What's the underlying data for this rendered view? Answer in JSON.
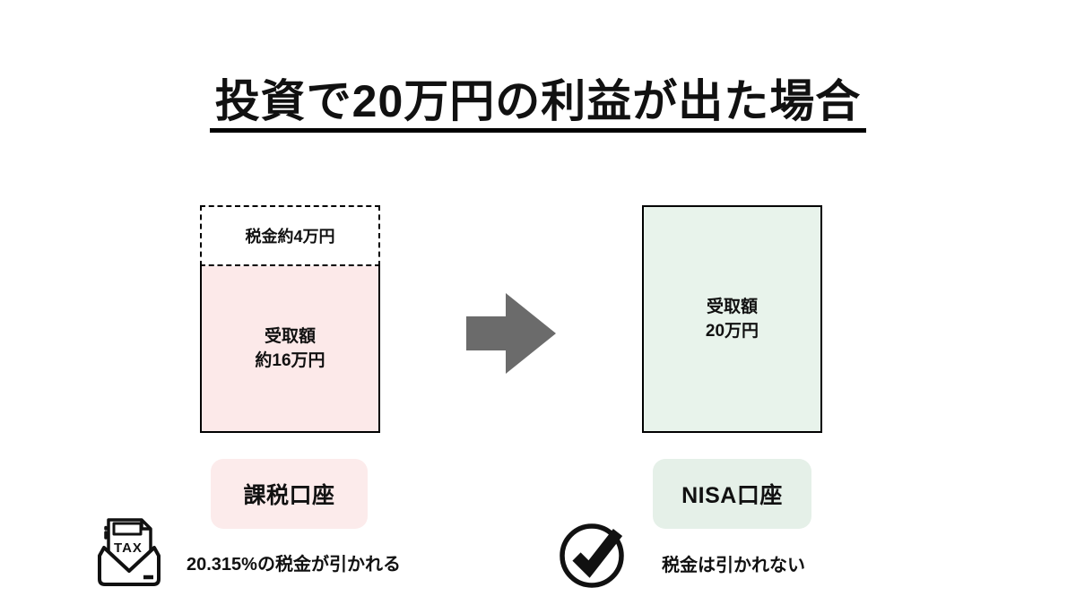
{
  "title": "投資で20万円の利益が出た場合",
  "taxable": {
    "tax_amount_label": "税金約4万円",
    "receive_label_line1": "受取額",
    "receive_label_line2": "約16万円",
    "account_label": "課税口座",
    "note": "20.315%の税金が引かれる",
    "icon": "tax-envelope-icon",
    "icon_text": "TAX"
  },
  "nisa": {
    "receive_label_line1": "受取額",
    "receive_label_line2": "20万円",
    "account_label": "NISA口座",
    "note": "税金は引かれない",
    "icon": "check-circle-icon"
  },
  "arrow": {
    "direction": "right",
    "color": "#6b6b6b"
  },
  "colors": {
    "background": "#ffffff",
    "ink": "#111111",
    "taxable_box_fill": "#fce9e9",
    "taxable_pill_fill": "#fcebeb",
    "nisa_box_fill": "#e8f3eb",
    "nisa_pill_fill": "#e5f0e8",
    "arrow_gray": "#6b6b6b"
  }
}
